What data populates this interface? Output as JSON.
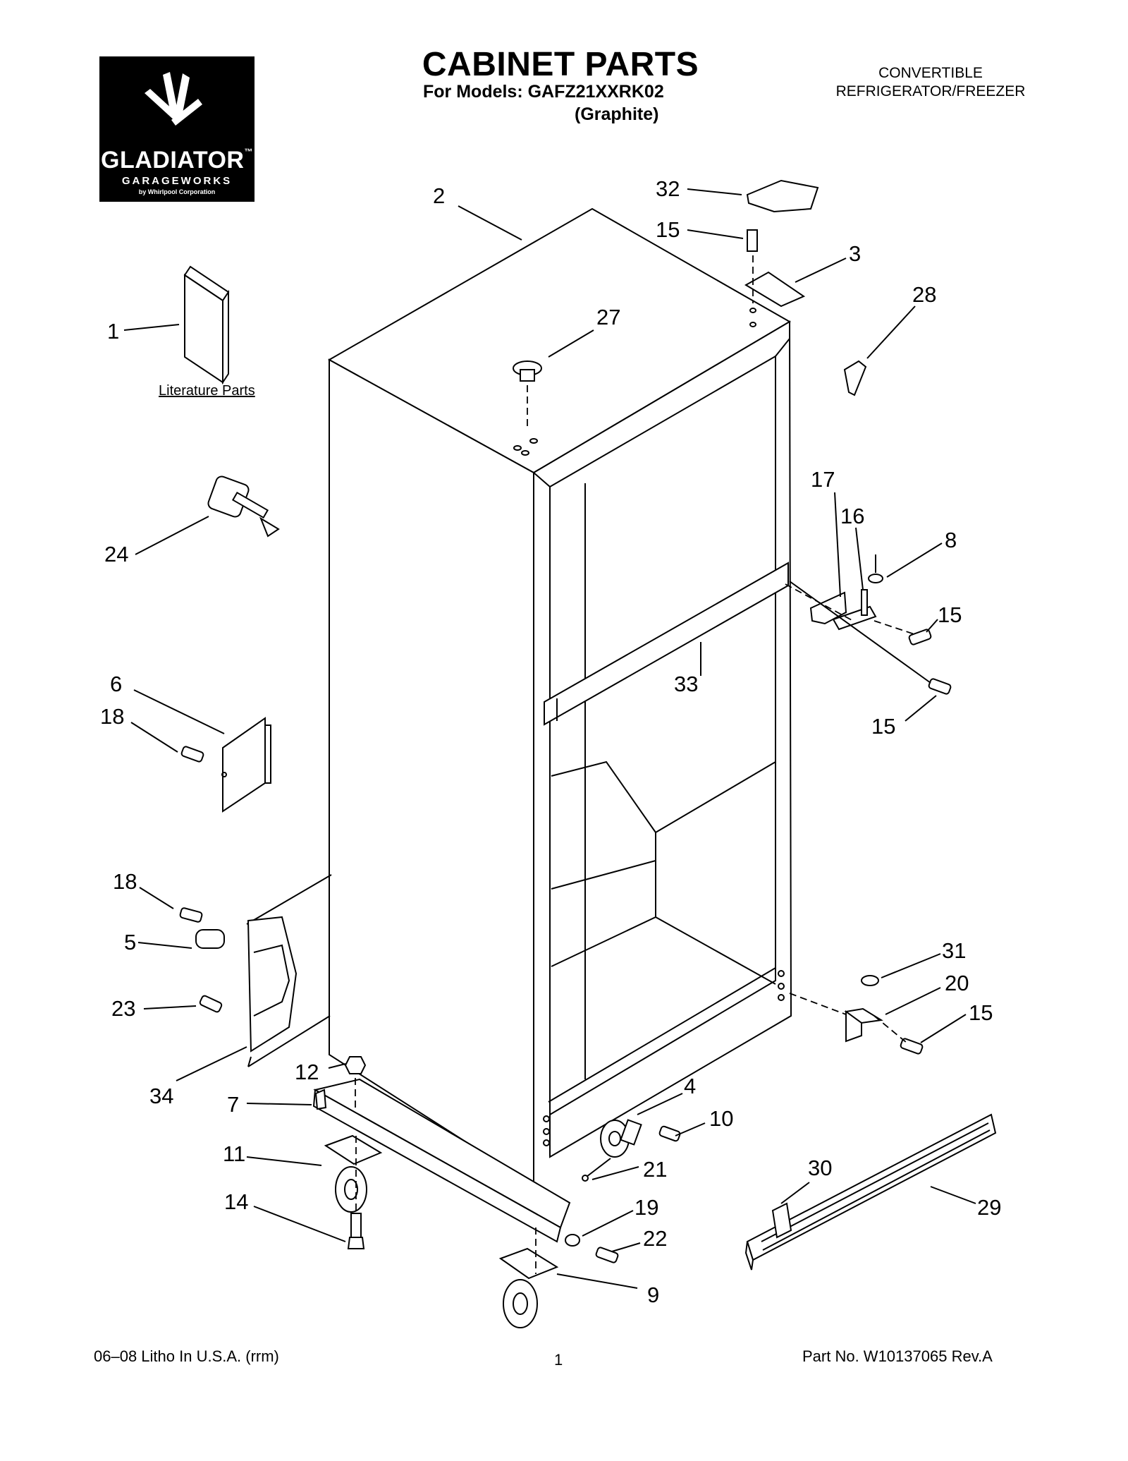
{
  "brand": {
    "logo_word": "GLADIATOR",
    "logo_tm": "™",
    "logo_sub": "GARAGEWORKS",
    "logo_corp": "by Whirlpool Corporation"
  },
  "header": {
    "title": "CABINET PARTS",
    "models": "For Models: GAFZ21XXRK02",
    "color": "(Graphite)",
    "product_type_line1": "CONVERTIBLE",
    "product_type_line2": "REFRIGERATOR/FREEZER"
  },
  "literature_label": "Literature Parts",
  "callouts": {
    "c1": "1",
    "c2": "2",
    "c3": "3",
    "c4": "4",
    "c5": "5",
    "c6": "6",
    "c7": "7",
    "c8": "8",
    "c9": "9",
    "c10": "10",
    "c11": "11",
    "c12": "12",
    "c14": "14",
    "c15a": "15",
    "c15b": "15",
    "c15c": "15",
    "c15d": "15",
    "c16": "16",
    "c17": "17",
    "c18a": "18",
    "c18b": "18",
    "c19": "19",
    "c20": "20",
    "c21": "21",
    "c22": "22",
    "c23": "23",
    "c24": "24",
    "c27": "27",
    "c28": "28",
    "c29": "29",
    "c30": "30",
    "c31": "31",
    "c32": "32",
    "c33": "33",
    "c34": "34"
  },
  "footer": {
    "left": "06–08 Litho In U.S.A. (rrm)",
    "page": "1",
    "right": "Part No. W10137065 Rev.A"
  }
}
